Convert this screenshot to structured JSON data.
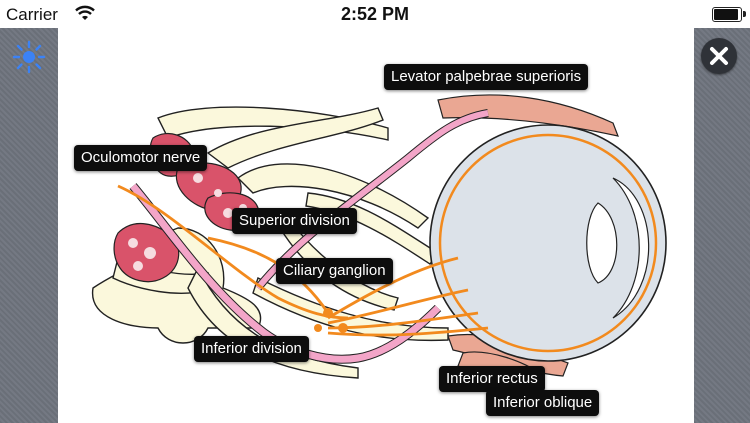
{
  "status_bar": {
    "carrier": "Carrier",
    "time": "2:52 PM",
    "battery_level": 0.95
  },
  "toolbar": {
    "brightness_icon": "sun-icon",
    "close_icon": "close-icon"
  },
  "labels": {
    "levator": "Levator palpebrae superioris",
    "oculomotor": "Oculomotor nerve",
    "superior_division": "Superior division",
    "ciliary_ganglion": "Ciliary ganglion",
    "inferior_division": "Inferior division",
    "inferior_rectus": "Inferior rectus",
    "inferior_oblique": "Inferior oblique"
  },
  "colors": {
    "accent": "#3b82f6",
    "nerve_pink": "#f3a5c8",
    "nerve_orange": "#f28a1e",
    "bone": "#fbf8dc",
    "muscle": "#e8a58f",
    "artery": "#c94b5c",
    "eye": "#dde3ea"
  }
}
